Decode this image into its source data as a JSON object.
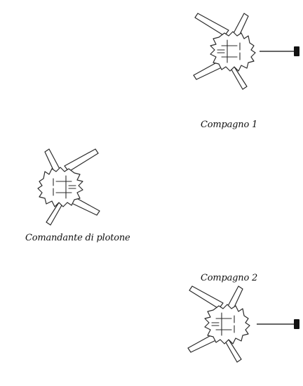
{
  "labels": {
    "compagno1": "Compagno 1",
    "comandante": "Comandante di plotone",
    "compagno2": "Compagno 2"
  },
  "colors": {
    "figure_stroke": "#2b2b2b",
    "arrow": "#111111",
    "background": "#ffffff"
  },
  "icons": {
    "soldier_figure": "prone-soldier-topdown-icon",
    "direction_marker": "arrow-right-icon"
  }
}
